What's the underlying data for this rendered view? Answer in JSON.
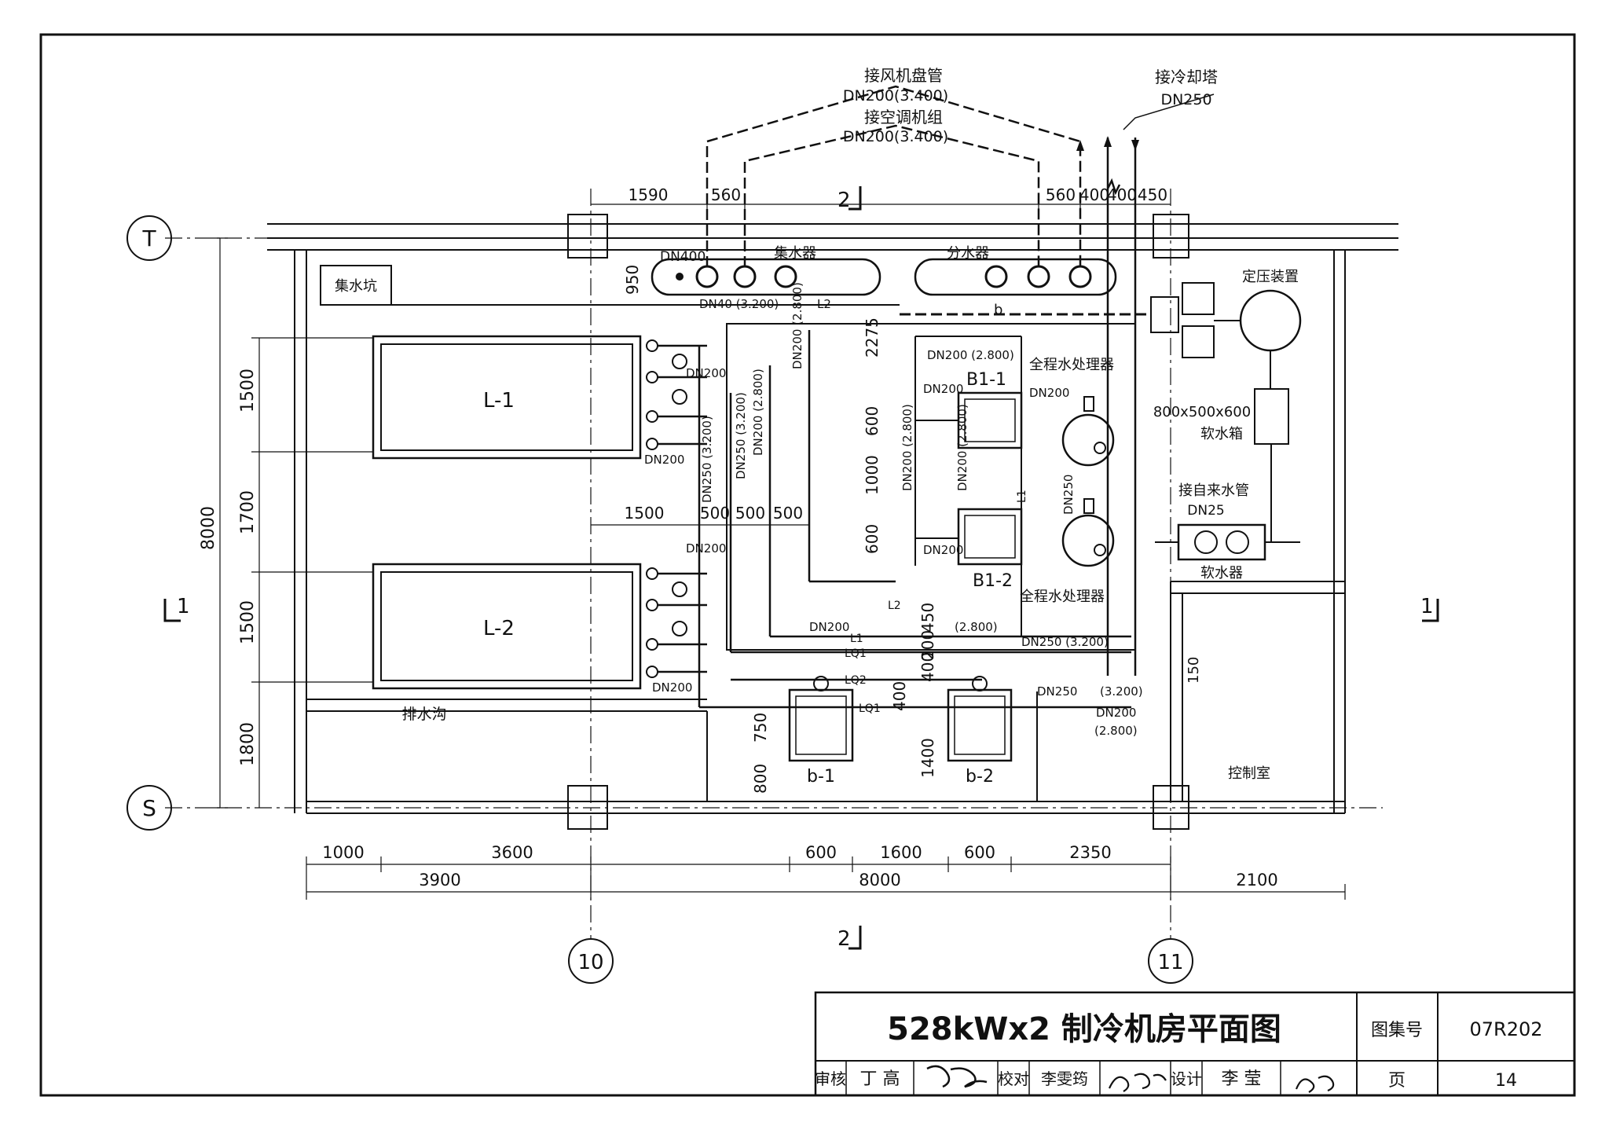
{
  "axes": {
    "top": "T",
    "bottom": "S",
    "left": "10",
    "right": "11"
  },
  "sections": {
    "s1": "1",
    "s2": "2"
  },
  "equipment": {
    "chiller1": "L-1",
    "chiller2": "L-2",
    "pump1": "b-1",
    "pump2": "b-2",
    "boiler1": "B1-1",
    "boiler2": "B1-2",
    "collector": "集水器",
    "distributor": "分水器",
    "sump": "集水坑",
    "drain": "排水沟",
    "pressure_device": "定压装置",
    "tank_size": "800x500x600",
    "tank": "软水箱",
    "softener": "软水器",
    "control_room": "控制室",
    "treater1": "全程水处理器",
    "treater2": "全程水处理器"
  },
  "connections": {
    "fan_coil": "接风机盘管",
    "fan_coil_dn": "DN200(3.400)",
    "ahu": "接空调机组",
    "ahu_dn": "DN200(3.400)",
    "cooling_tower": "接冷却塔",
    "cooling_tower_dn": "DN250",
    "tap_water": "接自来水管",
    "tap_water_dn": "DN25"
  },
  "pipes": {
    "dn400": "DN400",
    "dn40": "DN40 (3.200)",
    "l2": "L2",
    "b": "b",
    "dn200_2800": "DN200 (2.800)",
    "dn200": "DN200",
    "dn250": "DN250",
    "v_dn200_2800": "DN200 (2.800)",
    "v_dn250_3200": "DN250 (3.200)",
    "elev_2800": "(2.800)",
    "dn250_3200": "DN250 (3.200)",
    "elev_3200": "(3.200)",
    "l1": "L1",
    "lq1": "LQ1",
    "lq2": "LQ2"
  },
  "dimensions": {
    "d1590": "1590",
    "d560": "560",
    "d400": "400",
    "d450": "450",
    "d950": "950",
    "d2275": "2275",
    "d600": "600",
    "d1000": "1000",
    "d1500": "1500",
    "d1700": "1700",
    "d1800": "1800",
    "d8000": "8000",
    "d500": "500",
    "d200": "200",
    "d750": "750",
    "d800": "800",
    "d1400": "1400",
    "d150": "150",
    "d3600": "3600",
    "d1600": "1600",
    "d2350": "2350",
    "d3900": "3900",
    "d2100": "2100"
  },
  "title_block": {
    "title": "528kWx2 制冷机房平面图",
    "atlas_label": "图集号",
    "atlas_no": "07R202",
    "review_label": "审核",
    "reviewer": "丁 高",
    "check_label": "校对",
    "checker": "李雯筠",
    "design_label": "设计",
    "designer": "李 莹",
    "page_label": "页",
    "page_no": "14"
  }
}
